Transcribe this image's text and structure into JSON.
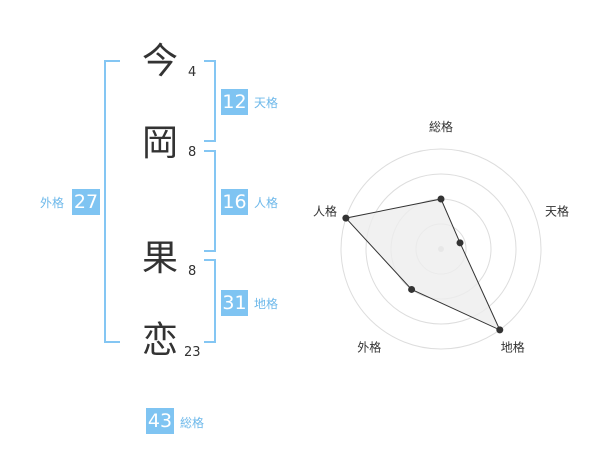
{
  "name_chars": [
    {
      "char": "今",
      "strokes": "4"
    },
    {
      "char": "岡",
      "strokes": "8"
    },
    {
      "char": "果",
      "strokes": "8"
    },
    {
      "char": "恋",
      "strokes": "23"
    }
  ],
  "scores": {
    "tenkaku": {
      "value": "12",
      "label": "天格"
    },
    "jinkaku": {
      "value": "16",
      "label": "人格"
    },
    "chikaku": {
      "value": "31",
      "label": "地格"
    },
    "gaikaku": {
      "value": "27",
      "label": "外格"
    },
    "soukaku": {
      "value": "43",
      "label": "総格"
    }
  },
  "chart_data": {
    "type": "radar",
    "axes": [
      "総格",
      "天格",
      "地格",
      "外格",
      "人格"
    ],
    "values": [
      0.5,
      0.2,
      1.0,
      0.5,
      1.0
    ],
    "rings": 4,
    "colors": {
      "fill": "#eeeeee",
      "line": "#333333",
      "grid": "#dddddd",
      "point": "#333333"
    }
  }
}
